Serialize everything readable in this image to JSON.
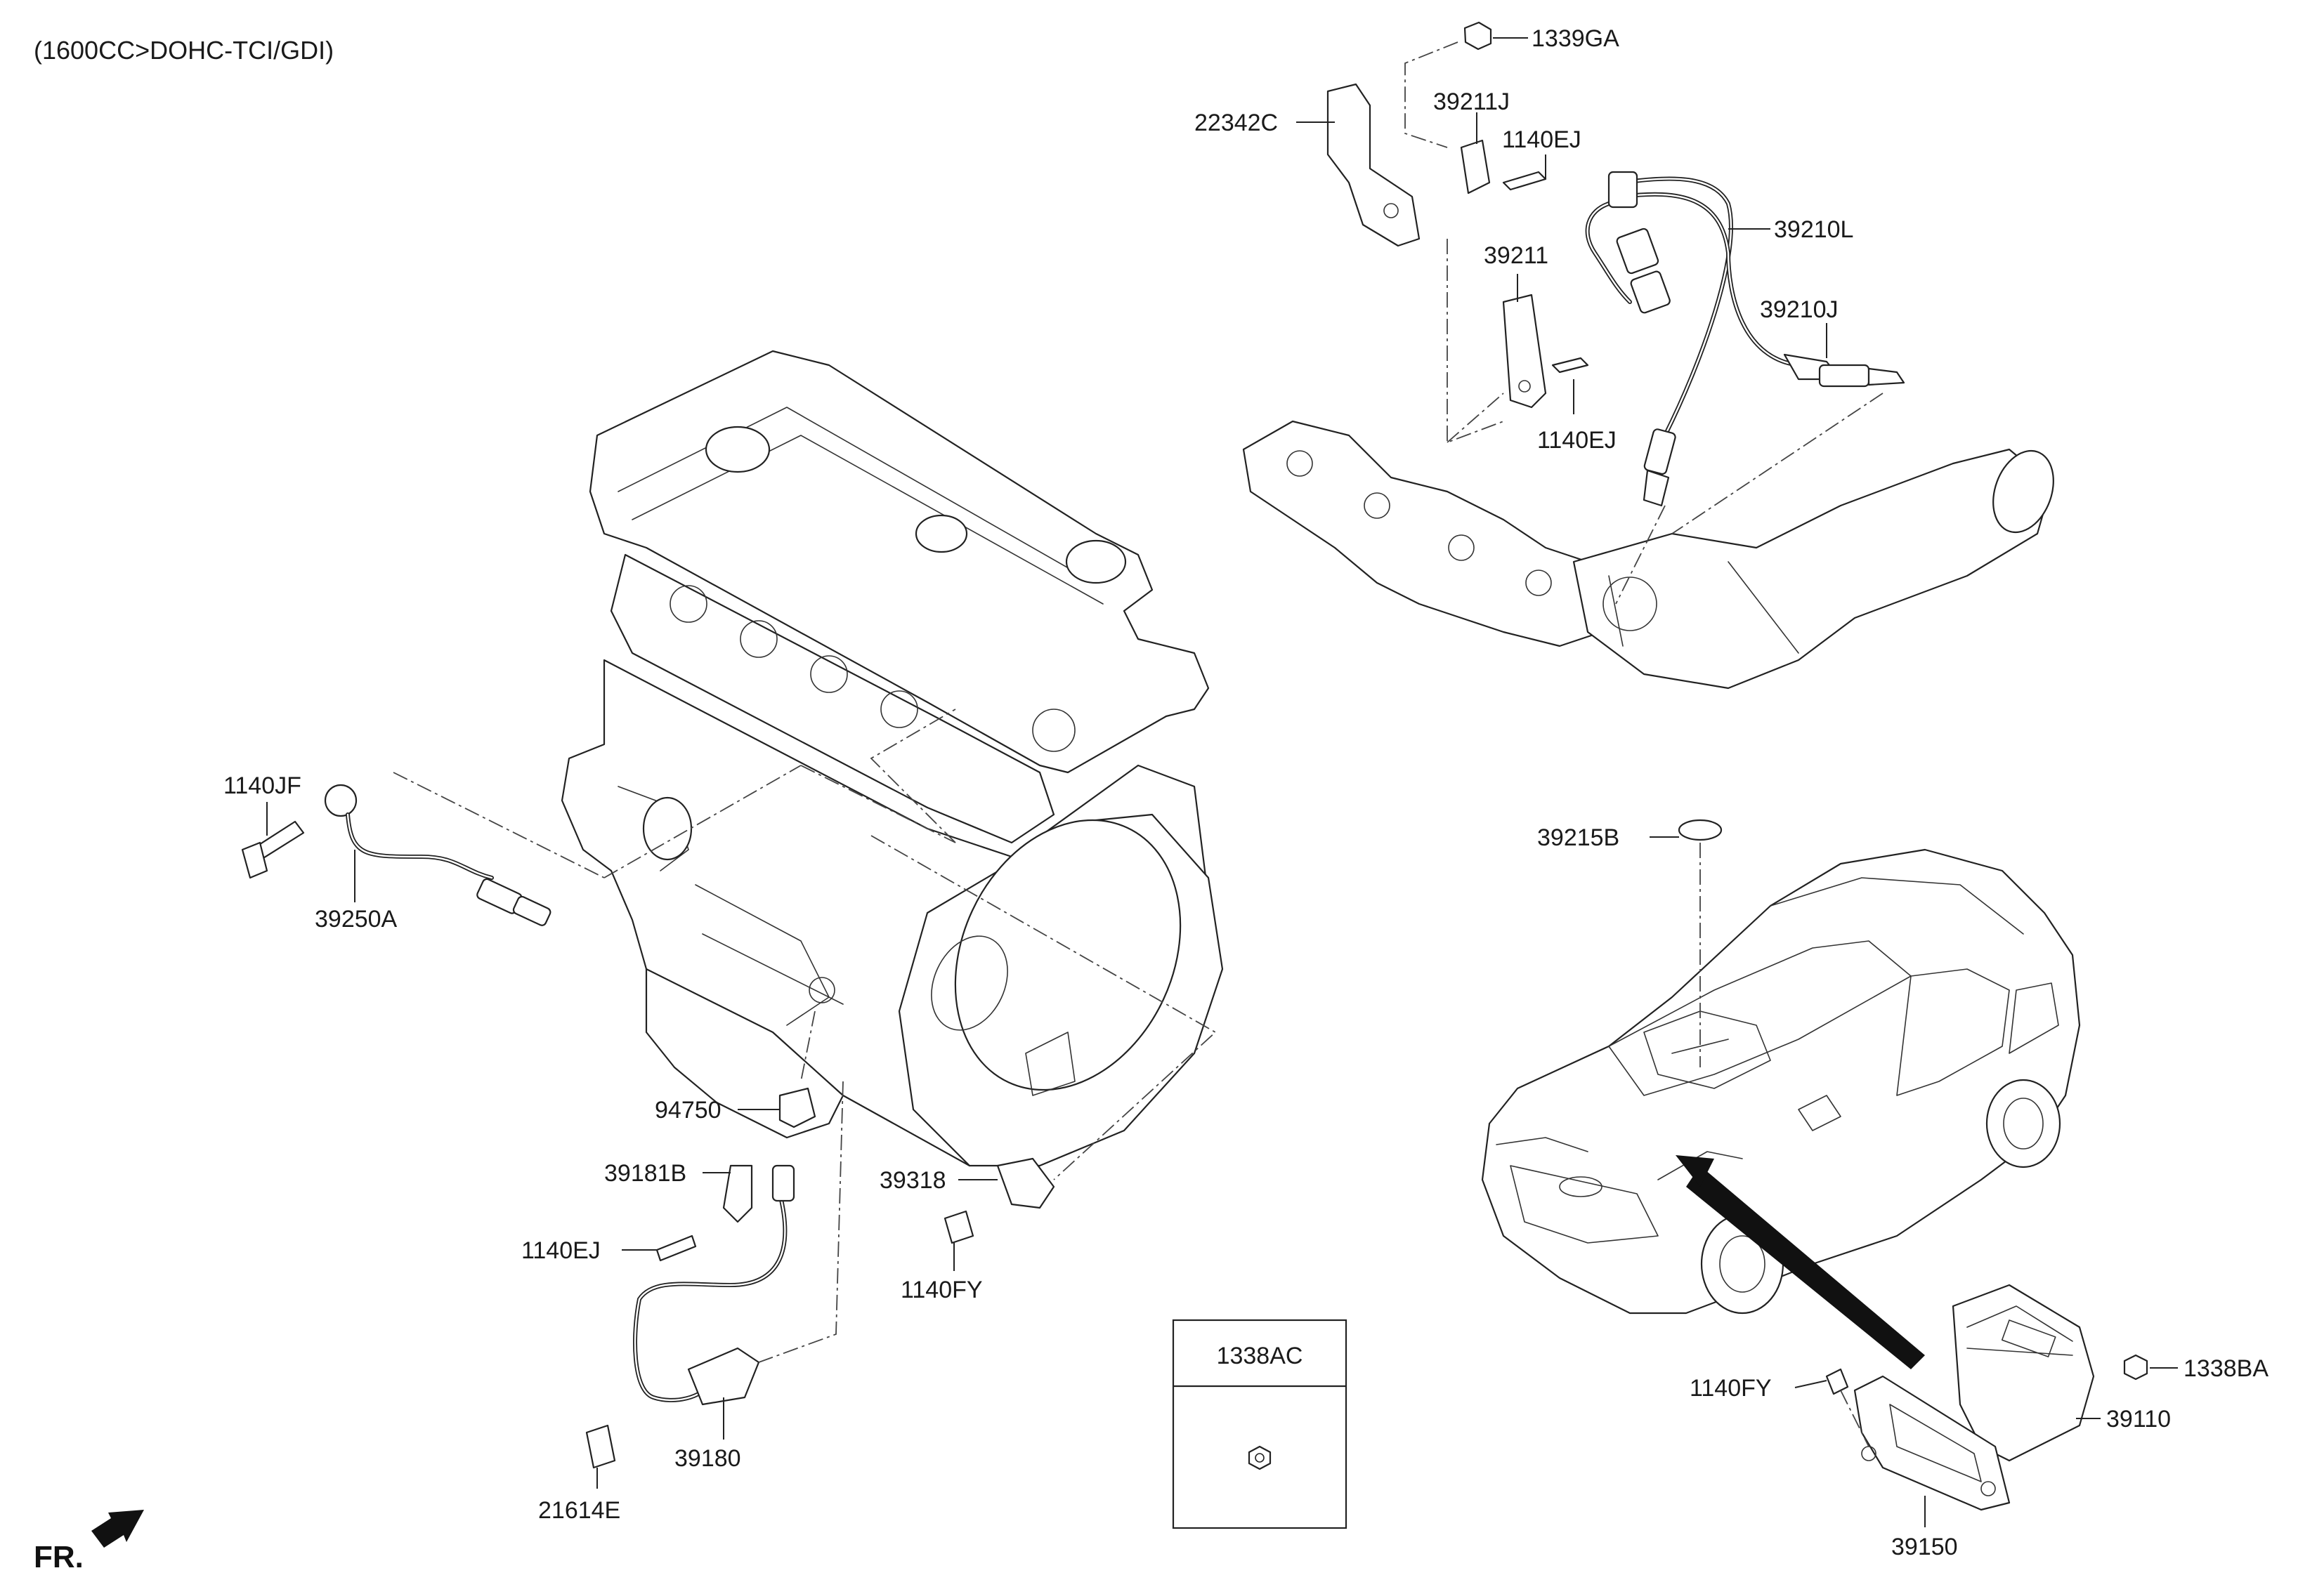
{
  "header": {
    "title": "(1600CC>DOHC-TCI/GDI)"
  },
  "front_indicator": {
    "label": "FR."
  },
  "callout_box": {
    "part_number": "1338AC"
  },
  "labels": {
    "p1339GA": "1339GA",
    "p22342C": "22342C",
    "p39211J": "39211J",
    "p1140EJ_top": "1140EJ",
    "p39210L": "39210L",
    "p39211": "39211",
    "p39210J": "39210J",
    "p1140EJ_mid": "1140EJ",
    "p1140JF": "1140JF",
    "p39250A": "39250A",
    "p39215B": "39215B",
    "p94750": "94750",
    "p39181B": "39181B",
    "p39318": "39318",
    "p1140EJ_low": "1140EJ",
    "p1140FY_mid": "1140FY",
    "p39180": "39180",
    "p21614E": "21614E",
    "p1140FY_right": "1140FY",
    "p1338BA": "1338BA",
    "p39110": "39110",
    "p39150": "39150"
  },
  "icons": {
    "front_arrow": "front-arrow-icon",
    "nut": "nut-icon"
  }
}
